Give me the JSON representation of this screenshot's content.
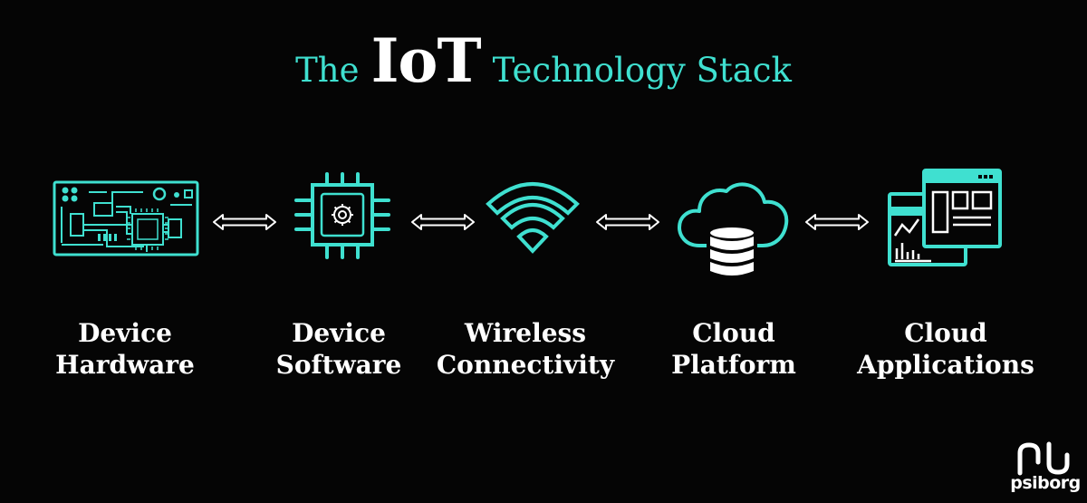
{
  "title": {
    "prefix": "The",
    "emphasis": "IoT",
    "suffix": "Technology Stack"
  },
  "stages": [
    {
      "line1": "Device",
      "line2": "Hardware",
      "icon": "circuit-board-icon"
    },
    {
      "line1": "Device",
      "line2": "Software",
      "icon": "chip-gear-icon"
    },
    {
      "line1": "Wireless",
      "line2": "Connectivity",
      "icon": "wifi-icon"
    },
    {
      "line1": "Cloud",
      "line2": "Platform",
      "icon": "cloud-database-icon"
    },
    {
      "line1": "Cloud",
      "line2": "Applications",
      "icon": "dashboard-windows-icon"
    }
  ],
  "connectors": [
    "double-arrow-icon",
    "double-arrow-icon",
    "double-arrow-icon",
    "double-arrow-icon"
  ],
  "brand": {
    "name": "psiborg",
    "logo": "psiborg-logo-icon"
  },
  "colors": {
    "accent": "#3fe0d0",
    "background": "#050505",
    "text": "#ffffff"
  }
}
